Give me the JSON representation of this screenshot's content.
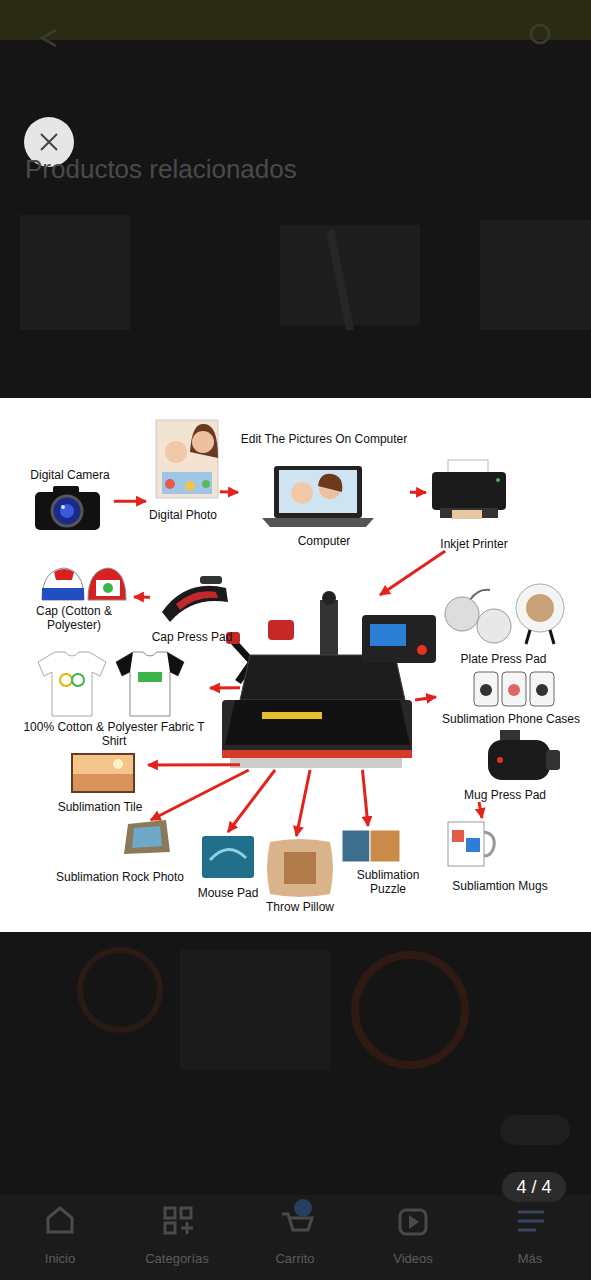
{
  "diagram": {
    "nodes": [
      {
        "text": [
          "Digital Camera"
        ]
      },
      {
        "text": [
          "Digital Photo"
        ]
      },
      {
        "text": [
          "Edit The Pictures On Computer",
          "Computer"
        ]
      },
      {
        "text": [
          "Inkjet Printer"
        ]
      },
      {
        "text": [
          "Cap (Cotton & Polyester)"
        ]
      },
      {
        "text": [
          "Cap Press Pad"
        ]
      },
      {
        "text": []
      },
      {
        "text": [
          "Plate Press Pad"
        ]
      },
      {
        "text": [
          "100% Cotton & Polyester Fabric T Shirt"
        ]
      },
      {
        "text": [
          "Sublimation Phone Cases"
        ]
      },
      {
        "text": [
          "Sublimation Tile"
        ]
      },
      {
        "text": [
          "Mug Press Pad"
        ]
      },
      {
        "text": [
          "Sublimation Rock Photo"
        ]
      },
      {
        "text": [
          "Mouse Pad"
        ]
      },
      {
        "text": [
          "Throw Pillow"
        ]
      },
      {
        "text": [
          "Sublimation Puzzle"
        ]
      },
      {
        "text": [
          "Subliamtion Mugs"
        ]
      }
    ],
    "edges": [
      {
        "from": 0,
        "to": 1,
        "arrow": "to"
      },
      {
        "from": 1,
        "to": 2,
        "arrow": "to"
      },
      {
        "from": 2,
        "to": 3,
        "arrow": "to"
      },
      {
        "from": 3,
        "to": 6,
        "arrow": "to"
      },
      {
        "from": 5,
        "to": 4,
        "arrow": "to"
      },
      {
        "from": 6,
        "to": 8,
        "arrow": "to"
      },
      {
        "from": 6,
        "to": 9,
        "arrow": "to"
      },
      {
        "from": 6,
        "to": 10,
        "arrow": "to"
      },
      {
        "from": 6,
        "to": 12,
        "arrow": "to"
      },
      {
        "from": 6,
        "to": 13,
        "arrow": "to"
      },
      {
        "from": 6,
        "to": 14,
        "arrow": "to"
      },
      {
        "from": 6,
        "to": 15,
        "arrow": "to"
      },
      {
        "from": 11,
        "to": 16,
        "arrow": "to"
      }
    ],
    "labels": [
      "Productos relacionados",
      "4 / 4",
      "Inicio",
      "Categorías",
      "Carrito",
      "Videos",
      "Más"
    ]
  }
}
